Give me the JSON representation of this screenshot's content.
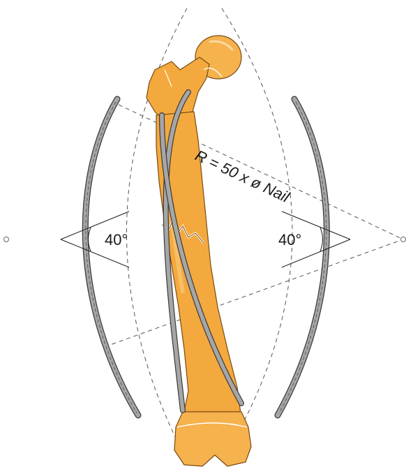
{
  "figure": {
    "radius_formula": "R = 50 x ø Nail",
    "left_angle": "40°",
    "right_angle": "40°"
  },
  "colors": {
    "bone_fill": "#F4A93E",
    "bone_light": "#F8C778",
    "bone_outline": "#7A4A12",
    "nail_fill": "#A6A6A6",
    "nail_outline": "#3A3A3A",
    "guide_line": "#555555"
  }
}
